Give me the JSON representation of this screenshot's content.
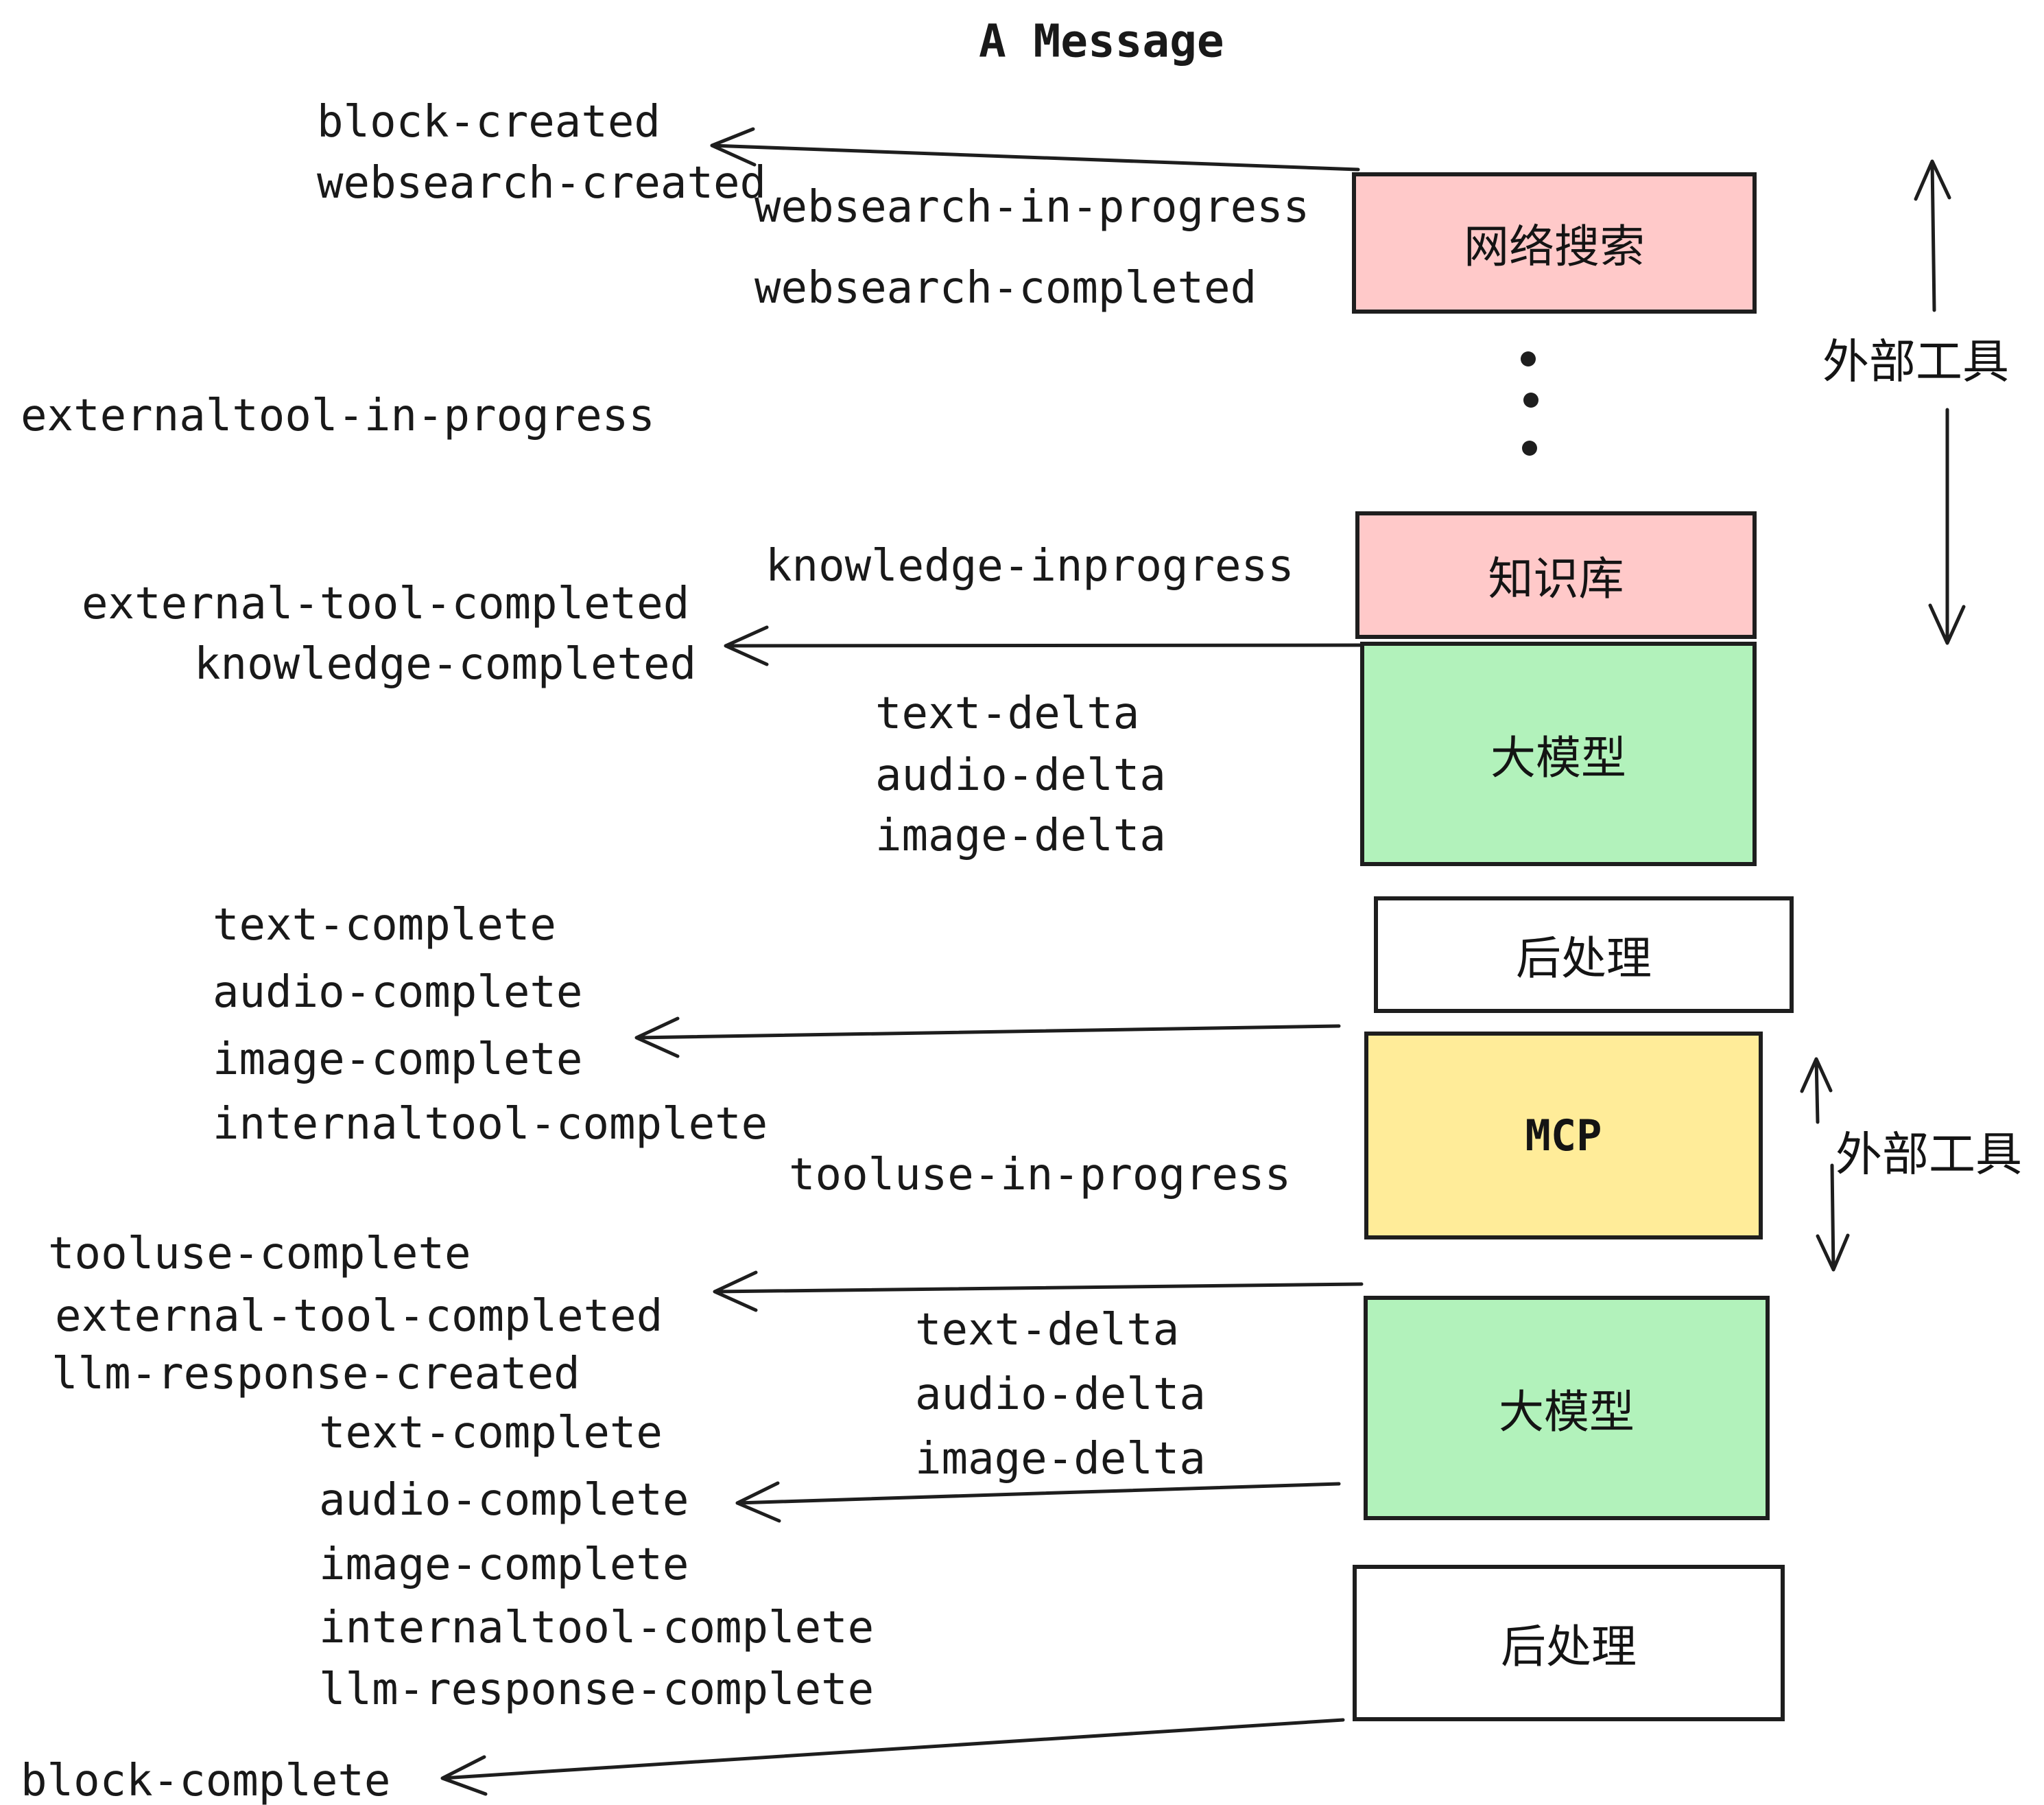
{
  "title": "A Message",
  "nodes": {
    "websearch": {
      "label": "网络搜索",
      "color": "#ffc9c9"
    },
    "knowledge": {
      "label": "知识库",
      "color": "#ffc9c9"
    },
    "llm": {
      "label": "大模型",
      "color": "#b2f2bb"
    },
    "post": {
      "label": "后处理",
      "color": "#ffffff"
    },
    "mcp": {
      "label": "MCP",
      "color": "#ffec99"
    }
  },
  "annotations": {
    "external_tools": "外部工具"
  },
  "colors": {
    "ink": "#1e1e1e",
    "pink": "#ffc9c9",
    "green": "#b2f2bb",
    "yellow": "#ffec99",
    "background": "#ffffff"
  },
  "events": [
    {
      "text": "block-created"
    },
    {
      "text": "websearch-created"
    },
    {
      "text": "websearch-in-progress"
    },
    {
      "text": "websearch-completed"
    },
    {
      "text": "externaltool-in-progress"
    },
    {
      "text": "knowledge-inprogress"
    },
    {
      "text": "external-tool-completed"
    },
    {
      "text": "knowledge-completed"
    },
    {
      "text": "text-delta"
    },
    {
      "text": "audio-delta"
    },
    {
      "text": "image-delta"
    },
    {
      "text": "text-complete"
    },
    {
      "text": "audio-complete"
    },
    {
      "text": "image-complete"
    },
    {
      "text": "internaltool-complete"
    },
    {
      "text": "tooluse-in-progress"
    },
    {
      "text": "tooluse-complete"
    },
    {
      "text": "external-tool-completed"
    },
    {
      "text": "llm-response-created"
    },
    {
      "text": "text-delta"
    },
    {
      "text": "audio-delta"
    },
    {
      "text": "image-delta"
    },
    {
      "text": "text-complete"
    },
    {
      "text": "audio-complete"
    },
    {
      "text": "image-complete"
    },
    {
      "text": "internaltool-complete"
    },
    {
      "text": "llm-response-complete"
    },
    {
      "text": "block-complete"
    }
  ]
}
